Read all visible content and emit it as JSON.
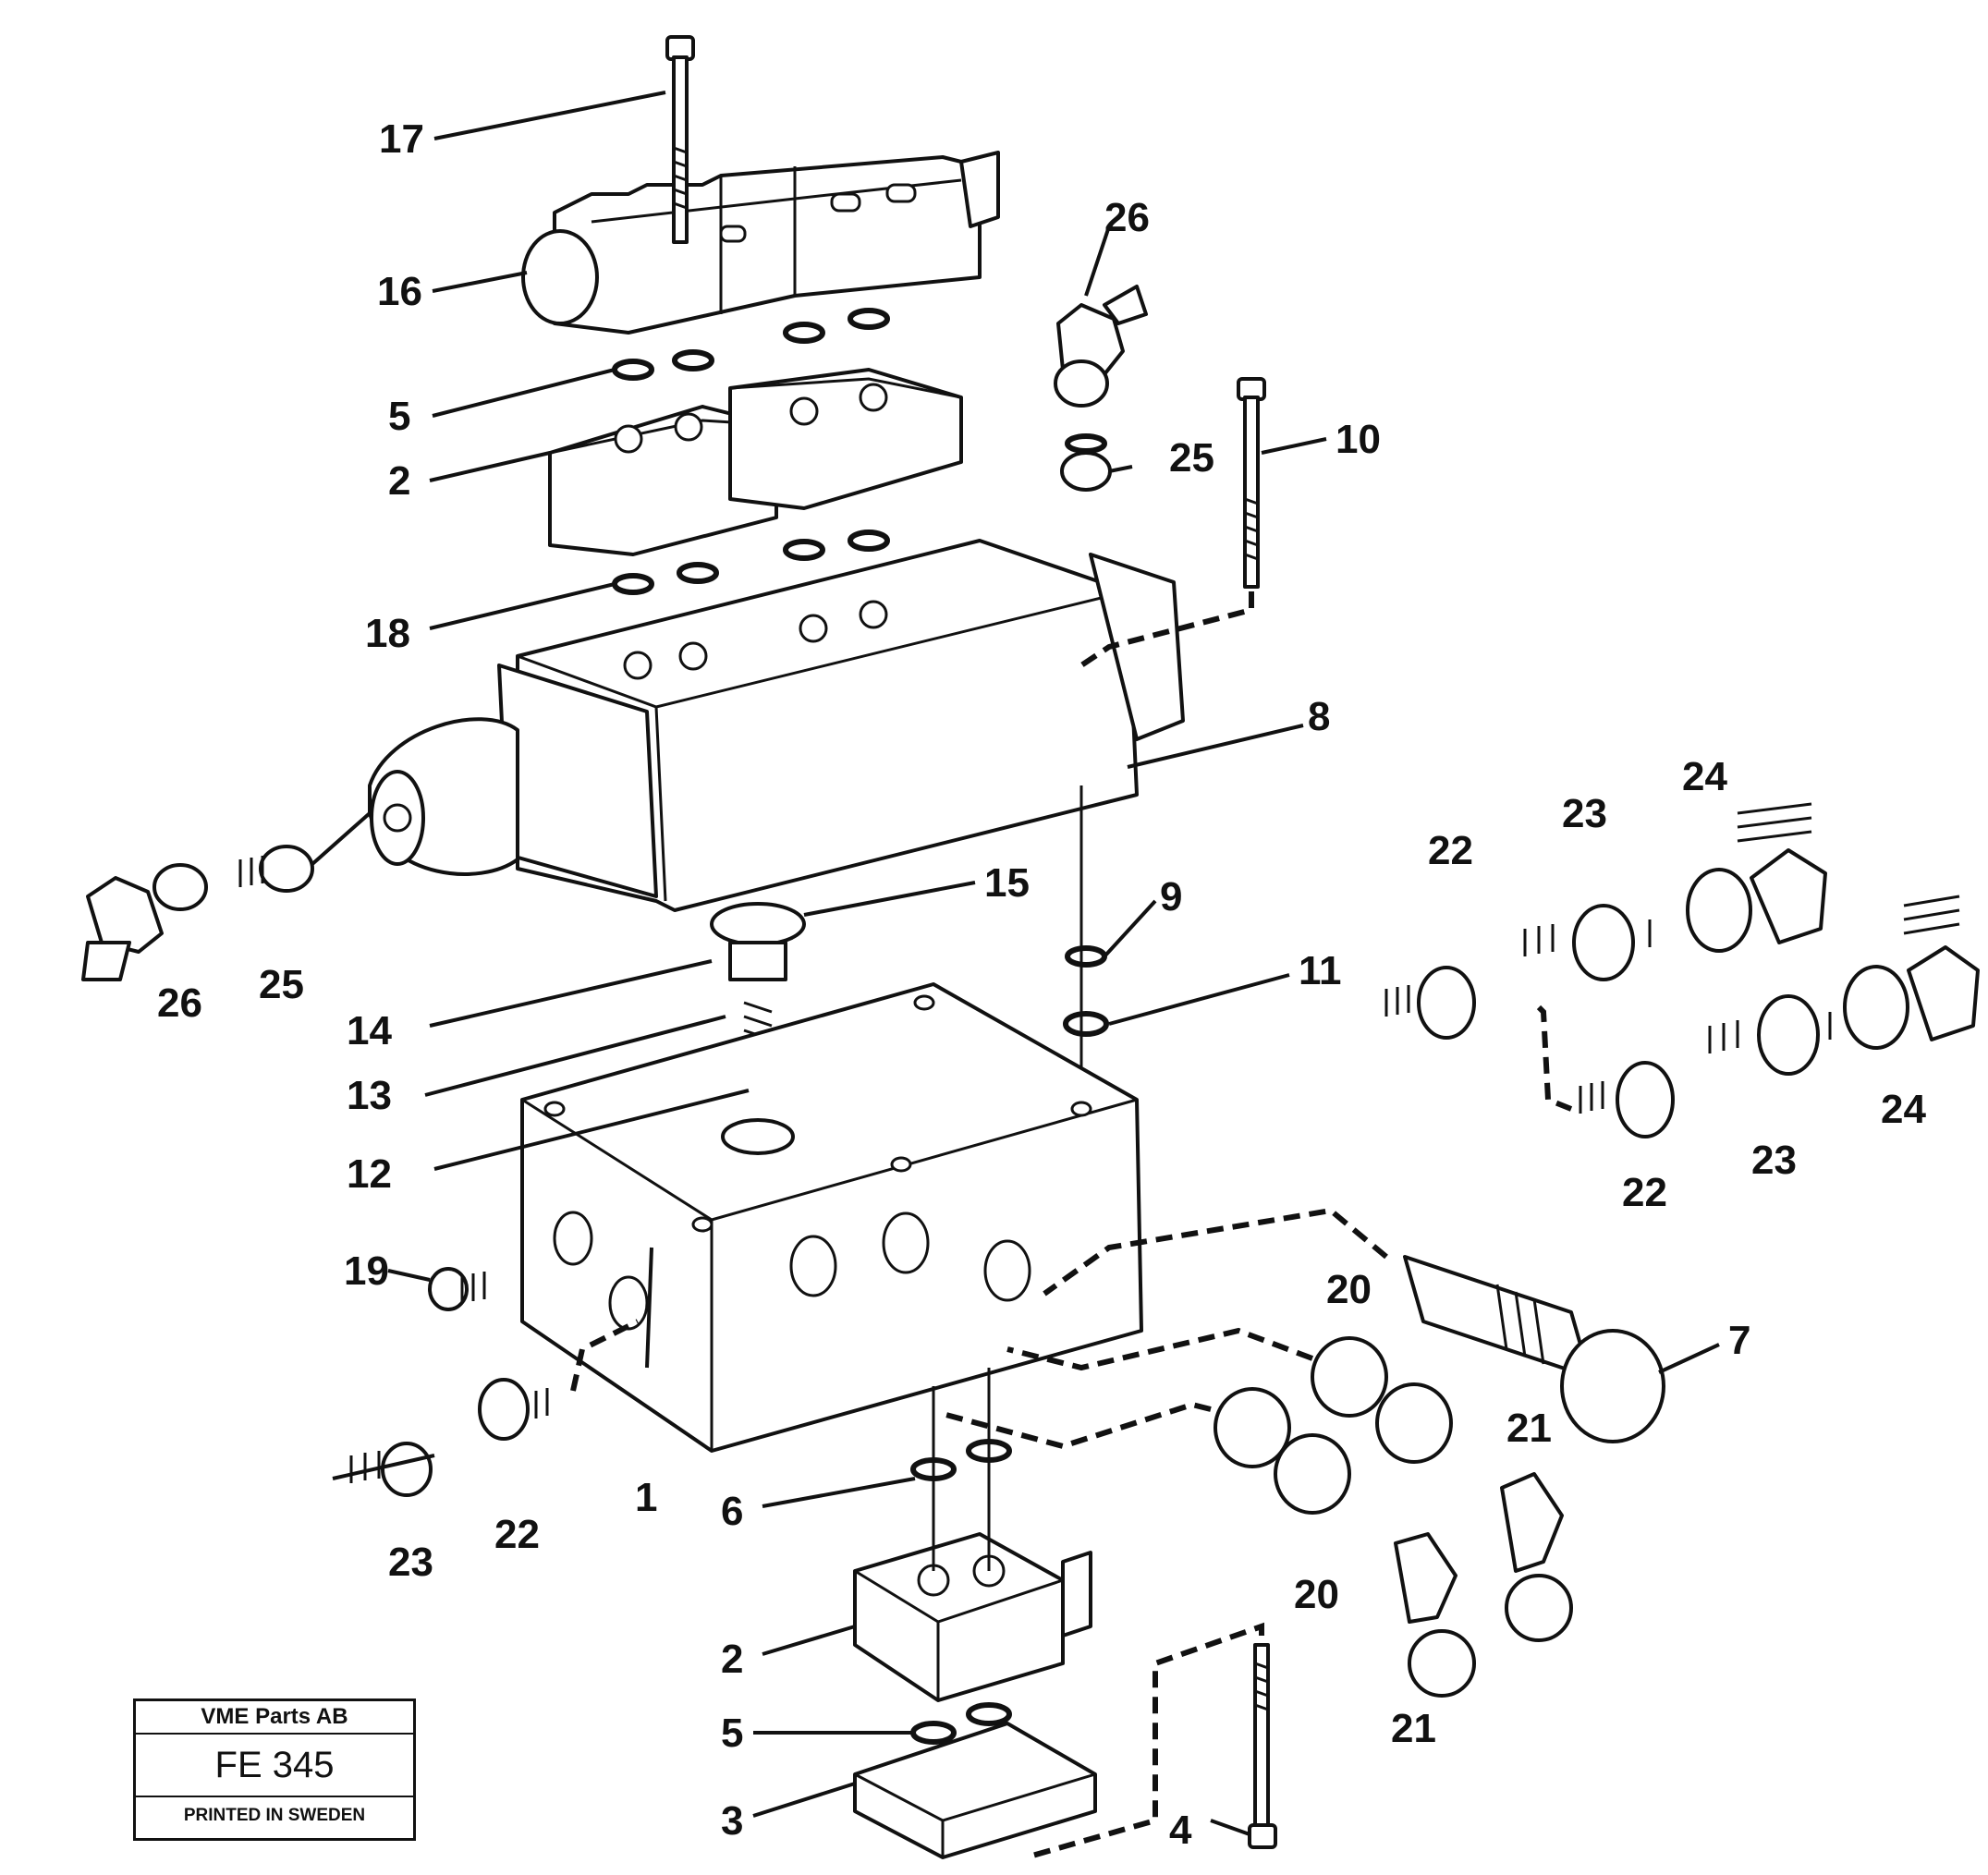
{
  "diagram": {
    "stamp": {
      "company": "VME Parts AB",
      "figure_code": "FE 345",
      "printed_note": "PRINTED IN SWEDEN"
    },
    "callouts": {
      "c1": "1",
      "c2a": "2",
      "c2b": "2",
      "c3": "3",
      "c4": "4",
      "c5a": "5",
      "c5b": "5",
      "c6": "6",
      "c7": "7",
      "c8": "8",
      "c9": "9",
      "c10": "10",
      "c11": "11",
      "c12": "12",
      "c13": "13",
      "c14": "14",
      "c15": "15",
      "c16": "16",
      "c17": "17",
      "c18": "18",
      "c19": "19",
      "c20a": "20",
      "c20b": "20",
      "c21a": "21",
      "c21b": "21",
      "c22a": "22",
      "c22b": "22",
      "c22c": "22",
      "c23a": "23",
      "c23b": "23",
      "c23c": "23",
      "c24a": "24",
      "c24b": "24",
      "c25a": "25",
      "c25b": "25",
      "c26a": "26",
      "c26b": "26"
    }
  }
}
